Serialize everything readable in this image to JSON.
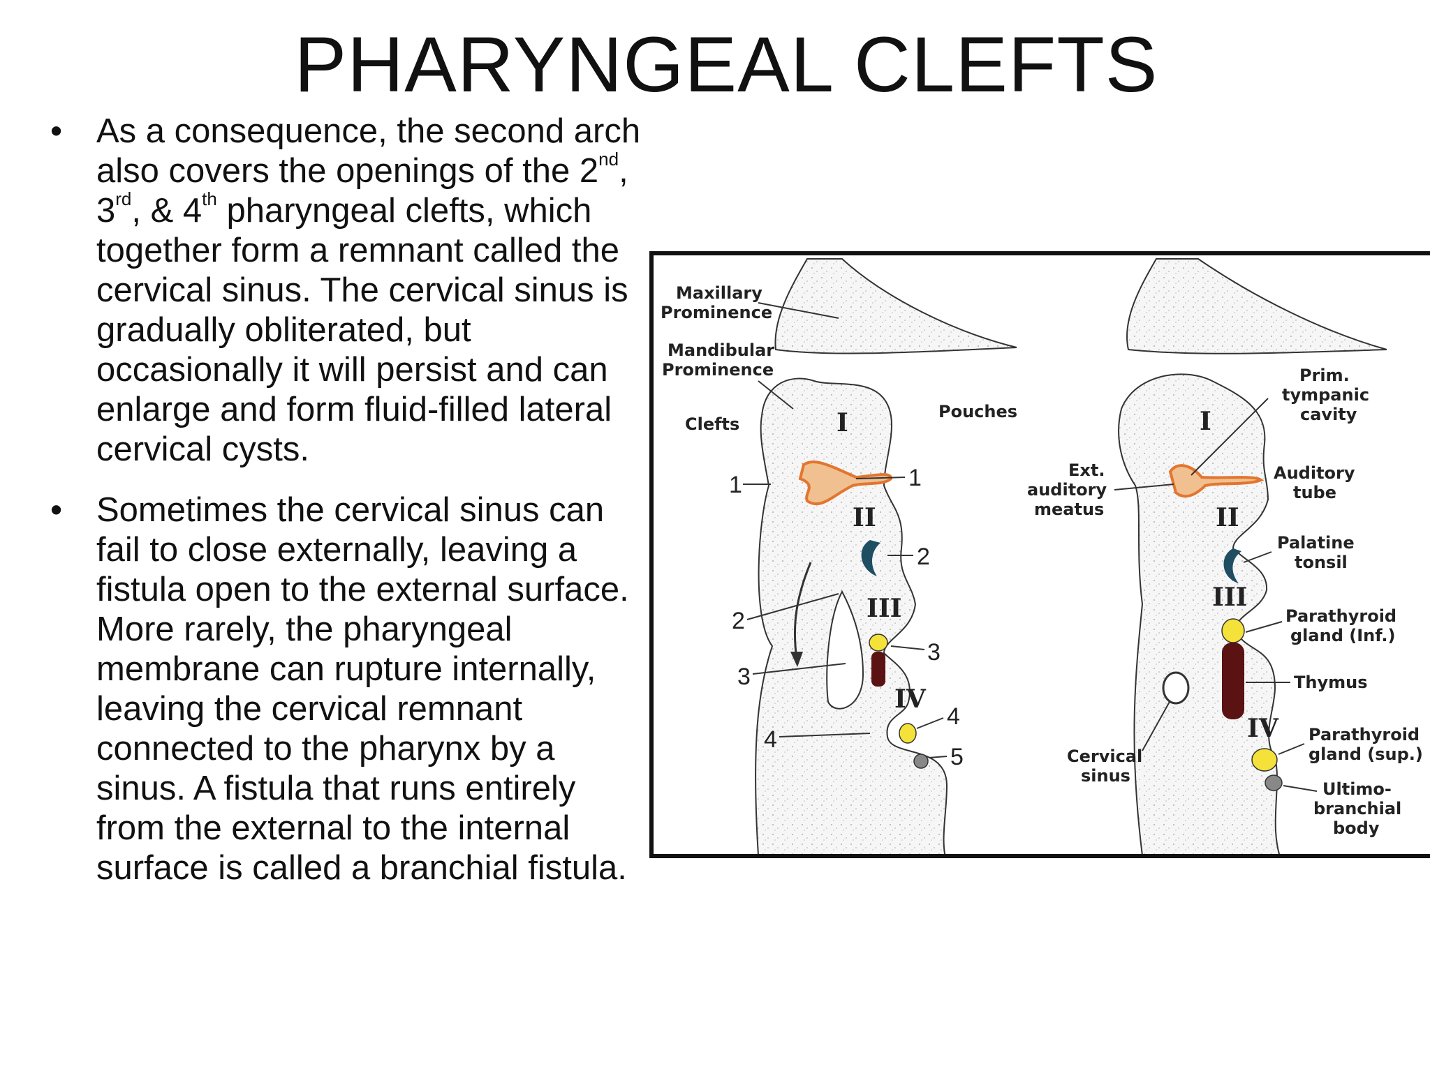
{
  "title": "PHARYNGEAL CLEFTS",
  "bullets": [
    {
      "pre": "As a consequence, the second arch also covers the openings of the 2",
      "sup1": "nd",
      "mid1": ", 3",
      "sup2": "rd",
      "mid2": ", & 4",
      "sup3": "th",
      "post": " pharyngeal clefts, which together form a remnant called the cervical sinus. The cervical sinus is gradually obliterated, but occasionally it will persist and can enlarge and form fluid-filled lateral cervical cysts."
    },
    {
      "text": "Sometimes the cervical sinus can fail to close externally, leaving a fistula open to the external surface. More rarely, the pharyngeal membrane can rupture internally, leaving the cervical remnant connected to the pharynx by a sinus. A fistula that runs entirely from the external to the internal surface is called a branchial fistula."
    }
  ],
  "figure": {
    "left": {
      "maxillary": [
        "Maxillary",
        "Prominence"
      ],
      "mandibular": [
        "Mandibular",
        "Prominence"
      ],
      "clefts": "Clefts",
      "pouches": "Pouches",
      "arches": [
        "I",
        "II",
        "III",
        "IV"
      ],
      "cleft_numbers": [
        "1",
        "2",
        "3",
        "4"
      ],
      "pouch_numbers": [
        "1",
        "2",
        "3",
        "4",
        "5"
      ]
    },
    "right": {
      "ext_meatus": [
        "Ext.",
        "auditory",
        "meatus"
      ],
      "prim_tympanic": [
        "Prim.",
        "tympanic",
        "cavity"
      ],
      "auditory_tube": [
        "Auditory",
        "tube"
      ],
      "palatine_tonsil": [
        "Palatine",
        "tonsil"
      ],
      "parathyroid_inf": [
        "Parathyroid",
        "gland (Inf.)"
      ],
      "thymus": "Thymus",
      "parathyroid_sup": [
        "Parathyroid",
        "gland (sup.)"
      ],
      "ultimobranchial": [
        "Ultimo-",
        "branchial",
        "body"
      ],
      "cervical_sinus": [
        "Cervical",
        "sinus"
      ],
      "arches": [
        "I",
        "II",
        "III",
        "IV"
      ]
    },
    "colors": {
      "cleft1_pouch": "#e2762f",
      "tonsil": "#1f4e63",
      "parathyroid": "#f4e23a",
      "thymus": "#5a1212",
      "ultimobranchial": "#888888",
      "tissue": "#f3f3f3"
    }
  }
}
